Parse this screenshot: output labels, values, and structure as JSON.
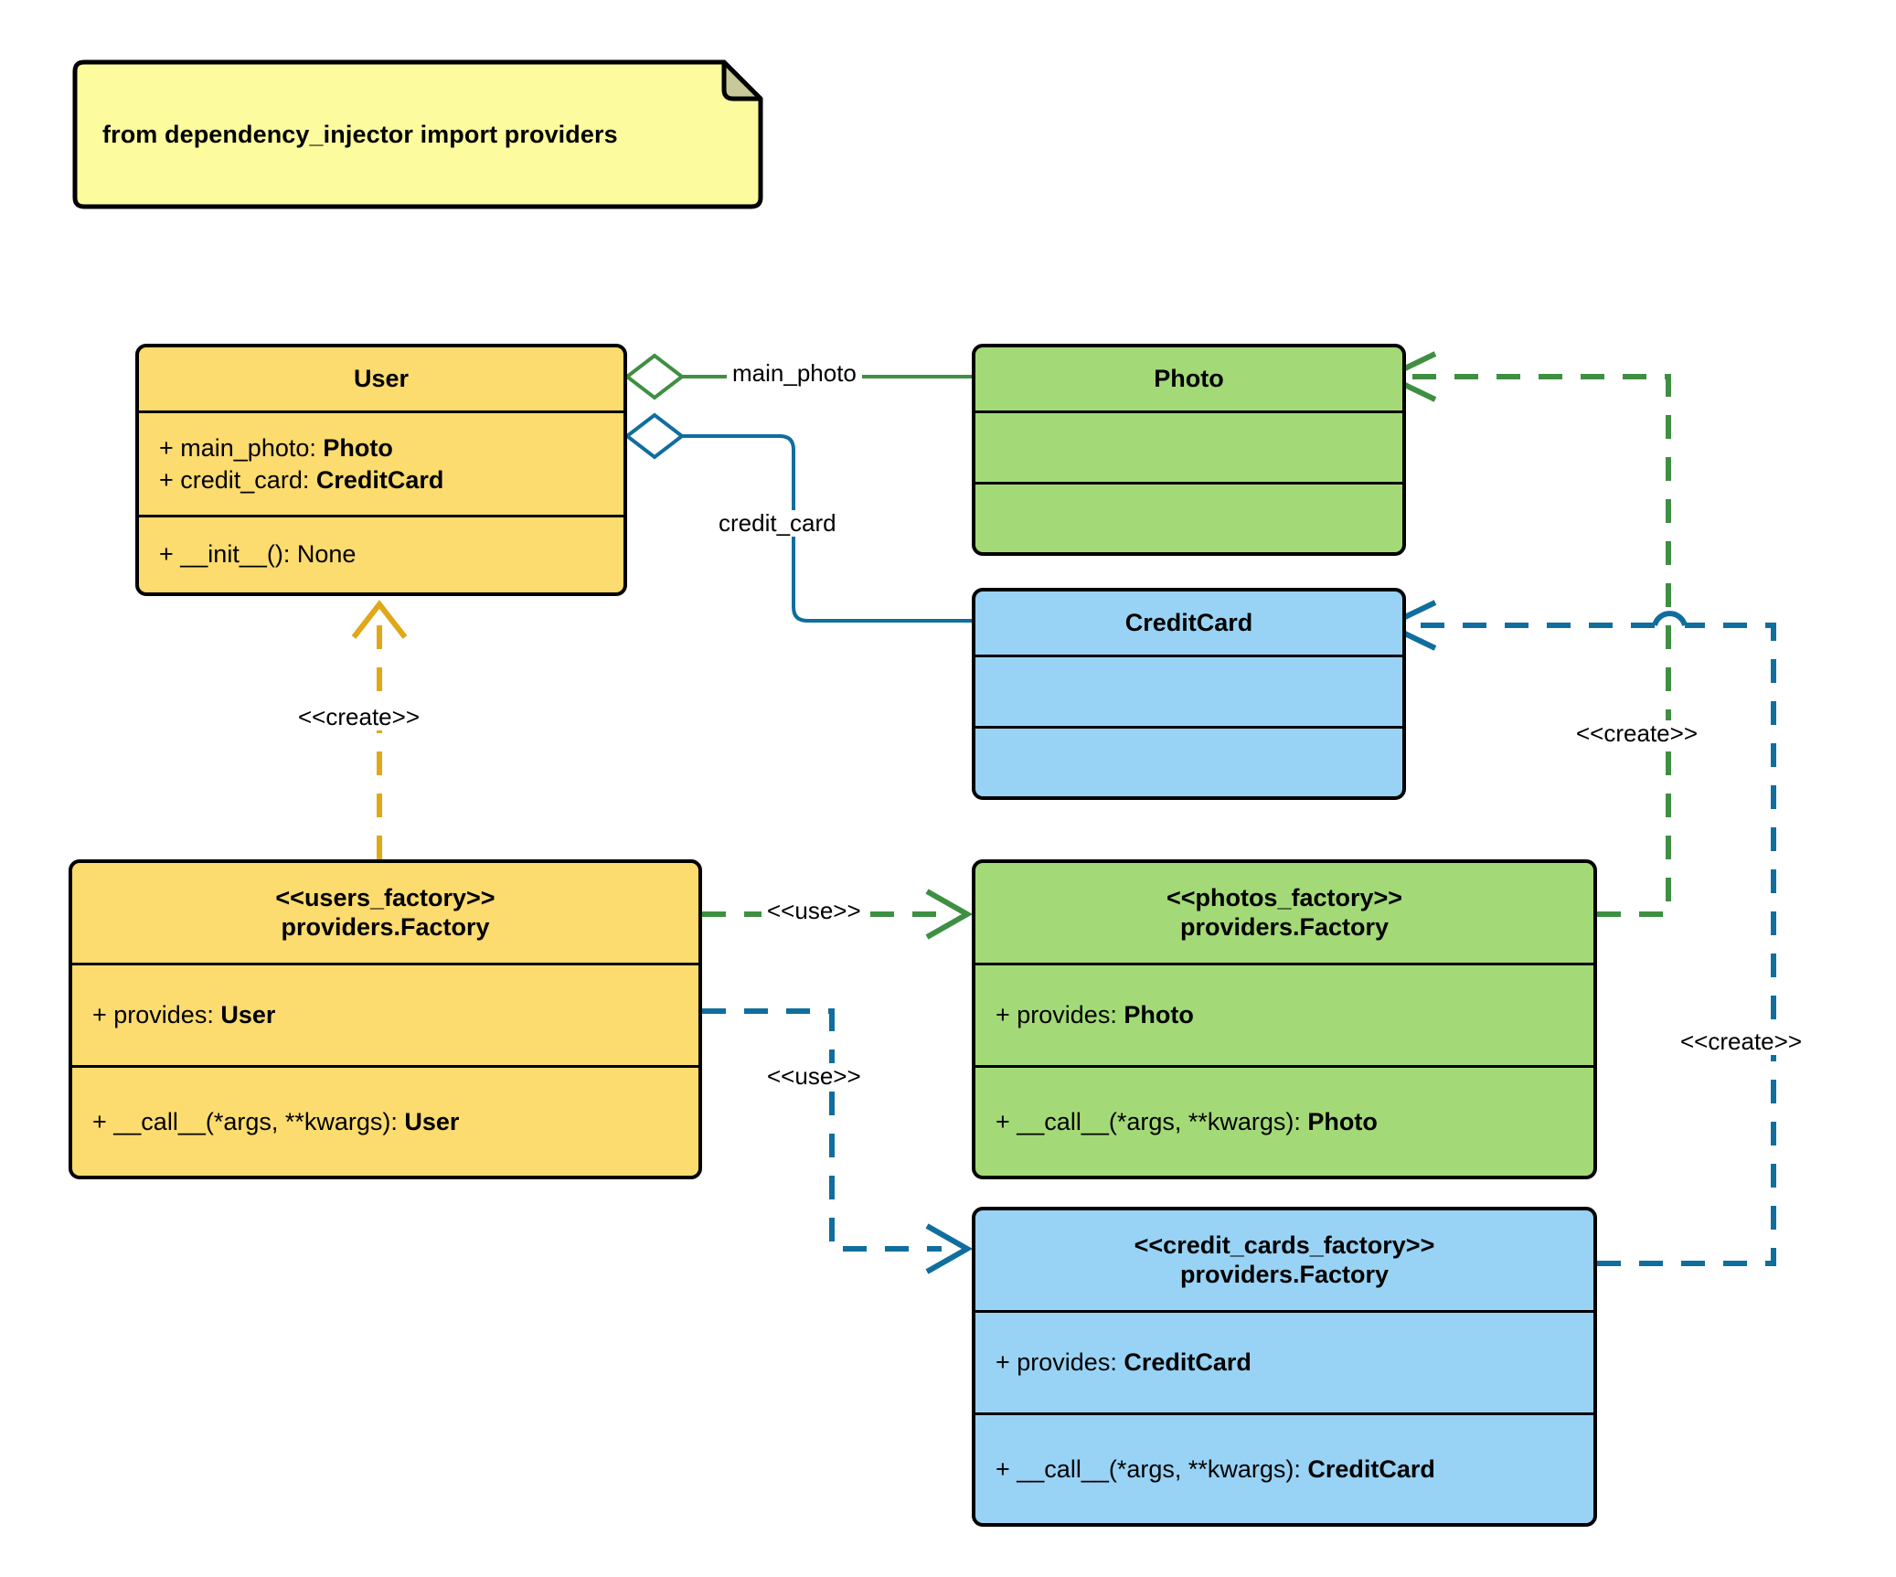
{
  "diagram": {
    "kind": "uml-class-diagram",
    "colors": {
      "yellow": "#fcdb6f",
      "green": "#a3da77",
      "blue": "#98d3f5",
      "note": "#fcfc9e",
      "note_fold": "#c8c898",
      "edge_yellow": "#e0a818",
      "edge_green": "#3f8f42",
      "edge_blue": "#106e9e",
      "stroke": "#000000"
    }
  },
  "note": {
    "text": "from dependency_injector import providers"
  },
  "classes": {
    "user": {
      "title": "User",
      "attributes": [
        {
          "prefix": "+ main_photo: ",
          "type": "Photo"
        },
        {
          "prefix": "+ credit_card: ",
          "type": "CreditCard"
        }
      ],
      "methods": [
        {
          "prefix": "+ __init__(): None",
          "type": ""
        }
      ]
    },
    "photo": {
      "title": "Photo",
      "attributes": [],
      "methods": []
    },
    "credit_card": {
      "title": "CreditCard",
      "attributes": [],
      "methods": []
    },
    "users_factory": {
      "stereotype": "<<users_factory>>",
      "title": "providers.Factory",
      "attributes": [
        {
          "prefix": "+ provides: ",
          "type": "User"
        }
      ],
      "methods": [
        {
          "prefix": "+ __call__(*args, **kwargs): ",
          "type": "User"
        }
      ]
    },
    "photos_factory": {
      "stereotype": "<<photos_factory>>",
      "title": "providers.Factory",
      "attributes": [
        {
          "prefix": "+ provides: ",
          "type": "Photo"
        }
      ],
      "methods": [
        {
          "prefix": "+ __call__(*args, **kwargs): ",
          "type": "Photo"
        }
      ]
    },
    "credit_cards_factory": {
      "stereotype": "<<credit_cards_factory>>",
      "title": "providers.Factory",
      "attributes": [
        {
          "prefix": "+ provides: ",
          "type": "CreditCard"
        }
      ],
      "methods": [
        {
          "prefix": "+ __call__(*args, **kwargs): ",
          "type": "CreditCard"
        }
      ]
    }
  },
  "edges": {
    "main_photo_label": "main_photo",
    "credit_card_label": "credit_card",
    "create_user_label": "<<create>>",
    "use_photos_label": "<<use>>",
    "use_credit_cards_label": "<<use>>",
    "create_photo_label": "<<create>>",
    "create_credit_card_label": "<<create>>"
  }
}
